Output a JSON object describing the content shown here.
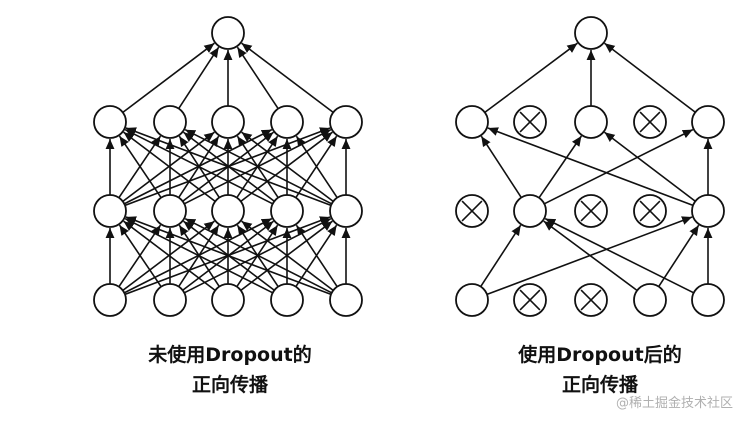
{
  "captions": {
    "left_line1": "未使用Dropout的",
    "left_line2": "正向传播",
    "right_line1": "使用Dropout后的",
    "right_line2": "正向传播"
  },
  "watermark": "@稀土掘金技术社区",
  "networks": [
    {
      "name": "without-dropout",
      "layers": [
        [
          true,
          true,
          true,
          true,
          true
        ],
        [
          true,
          true,
          true,
          true,
          true
        ],
        [
          true,
          true,
          true,
          true,
          true
        ],
        [
          true
        ]
      ]
    },
    {
      "name": "with-dropout",
      "layers": [
        [
          true,
          false,
          false,
          true,
          true
        ],
        [
          false,
          true,
          false,
          false,
          true
        ],
        [
          true,
          false,
          true,
          false,
          true
        ],
        [
          true
        ]
      ]
    }
  ],
  "colors": {
    "stroke": "#111111",
    "node_fill": "#ffffff"
  }
}
